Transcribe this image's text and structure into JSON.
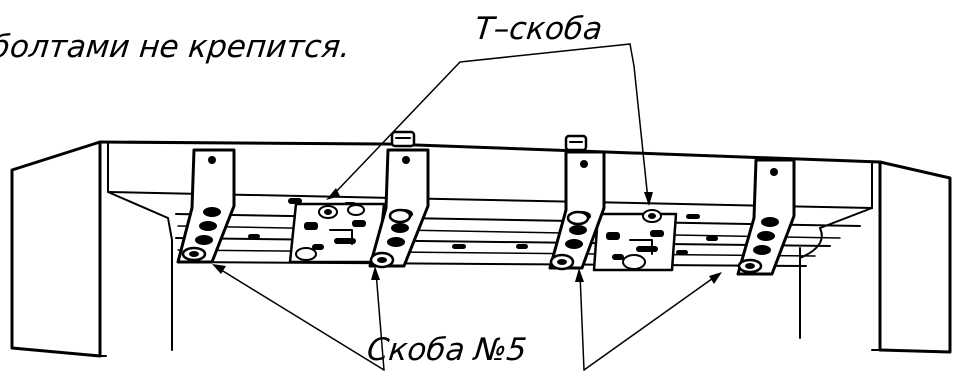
{
  "labels": {
    "note_text": "болтами не крепится.",
    "t_bracket": "Т–скоба",
    "bracket_no5": "Скоба №5"
  },
  "colors": {
    "ink": "#000000",
    "paper": "#ffffff"
  }
}
